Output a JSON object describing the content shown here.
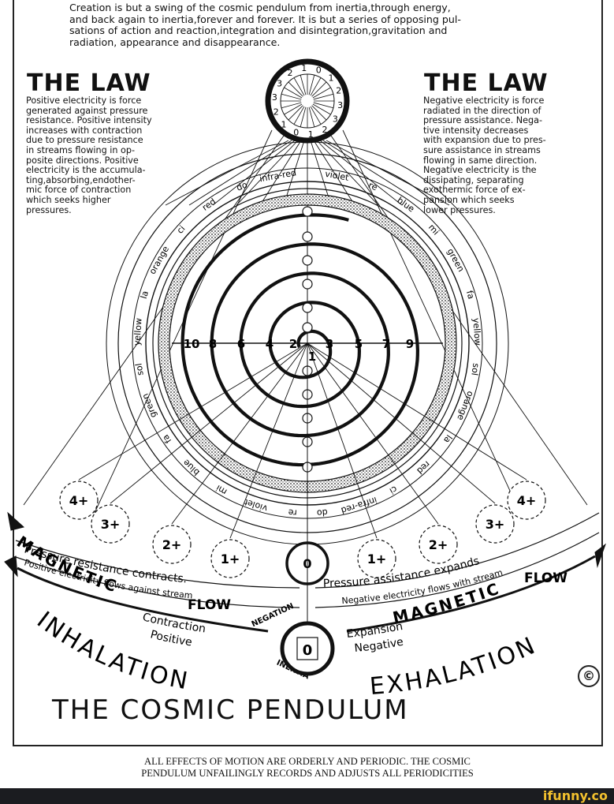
{
  "intro": [
    "Creation is but a swing of the cosmic pendulum from inertia,through energy,",
    "and back again to inertia,forever and forever. It is but a series of opposing pul-",
    "sations of action and reaction,integration and disintegration,gravitation and",
    "radiation, appearance and disappearance."
  ],
  "law_left": {
    "title": "THE LAW",
    "lines": [
      "Positive electricity is force",
      "generated against pressure",
      "resistance. Positive intensity",
      "increases with contraction",
      "due to pressure resistance",
      "in streams flowing in op-",
      "posite directions. Positive",
      "electricity is the accumula-",
      "ting,absorbing,endother-",
      "mic force of contraction",
      "which seeks higher",
      "pressures."
    ]
  },
  "law_right": {
    "title": "THE LAW",
    "lines": [
      "Negative electricity is force",
      "radiated in the direction of",
      "pressure assistance. Nega-",
      "tive intensity decreases",
      "with expansion due to pres-",
      "sure assistance in streams",
      "flowing in same direction.",
      "Negative electricity is the",
      "dissipating, separating",
      "exothermic force of ex-",
      "pansion which seeks",
      "lower pressures."
    ]
  },
  "top_wheel": {
    "numbers": [
      "2",
      "1",
      "0",
      "1",
      "2",
      "3",
      "3",
      "2",
      "1",
      "0",
      "1",
      "2",
      "3",
      "3"
    ]
  },
  "spectrum_left": [
    "infra-red",
    "do",
    "red",
    "ci",
    "orange",
    "la",
    "yellow",
    "sol",
    "green",
    "fa",
    "blue",
    "mi",
    "violet",
    "re"
  ],
  "spectrum_right": [
    "violet",
    "re",
    "blue",
    "mi",
    "green",
    "fa",
    "yellow",
    "sol",
    "orange",
    "la",
    "red",
    "ci",
    "infra-red",
    "do"
  ],
  "spiral_numbers": [
    "10",
    "8",
    "6",
    "4",
    "2",
    "1",
    "3",
    "5",
    "7",
    "9"
  ],
  "pendulum": {
    "left_bobs": [
      "4+",
      "3+",
      "2+",
      "1+"
    ],
    "center_bob": "0",
    "right_bobs": [
      "1+",
      "2+",
      "3+",
      "4+"
    ],
    "bottom_bob": "0"
  },
  "arc_labels": {
    "pressure_resistance": "Pressure resistance contracts.",
    "pressure_assistance": "Pressure assistance expands",
    "positive_flow": "Positive electricity flows against stream",
    "negative_flow": "Negative electricity flows with stream",
    "magnetic_left": "MAGNETIC",
    "magnetic_right": "MAGNETIC",
    "flow_left": "FLOW",
    "flow_right": "FLOW",
    "contraction": "Contraction",
    "expansion": "Expansion",
    "positive": "Positive",
    "negative": "Negative",
    "negation": "NEGATION",
    "inertia": "INERTIA",
    "inhalation": "INHALATION",
    "exhalation": "EXHALATION"
  },
  "title": "THE COSMIC PENDULUM",
  "copyright": "©",
  "footer": [
    "ALL EFFECTS OF MOTION ARE ORDERLY AND PERIODIC.  THE COSMIC",
    "PENDULUM UNFAILINGLY RECORDS AND ADJUSTS ALL PERIODICITIES"
  ],
  "brand": "ifunny.co"
}
